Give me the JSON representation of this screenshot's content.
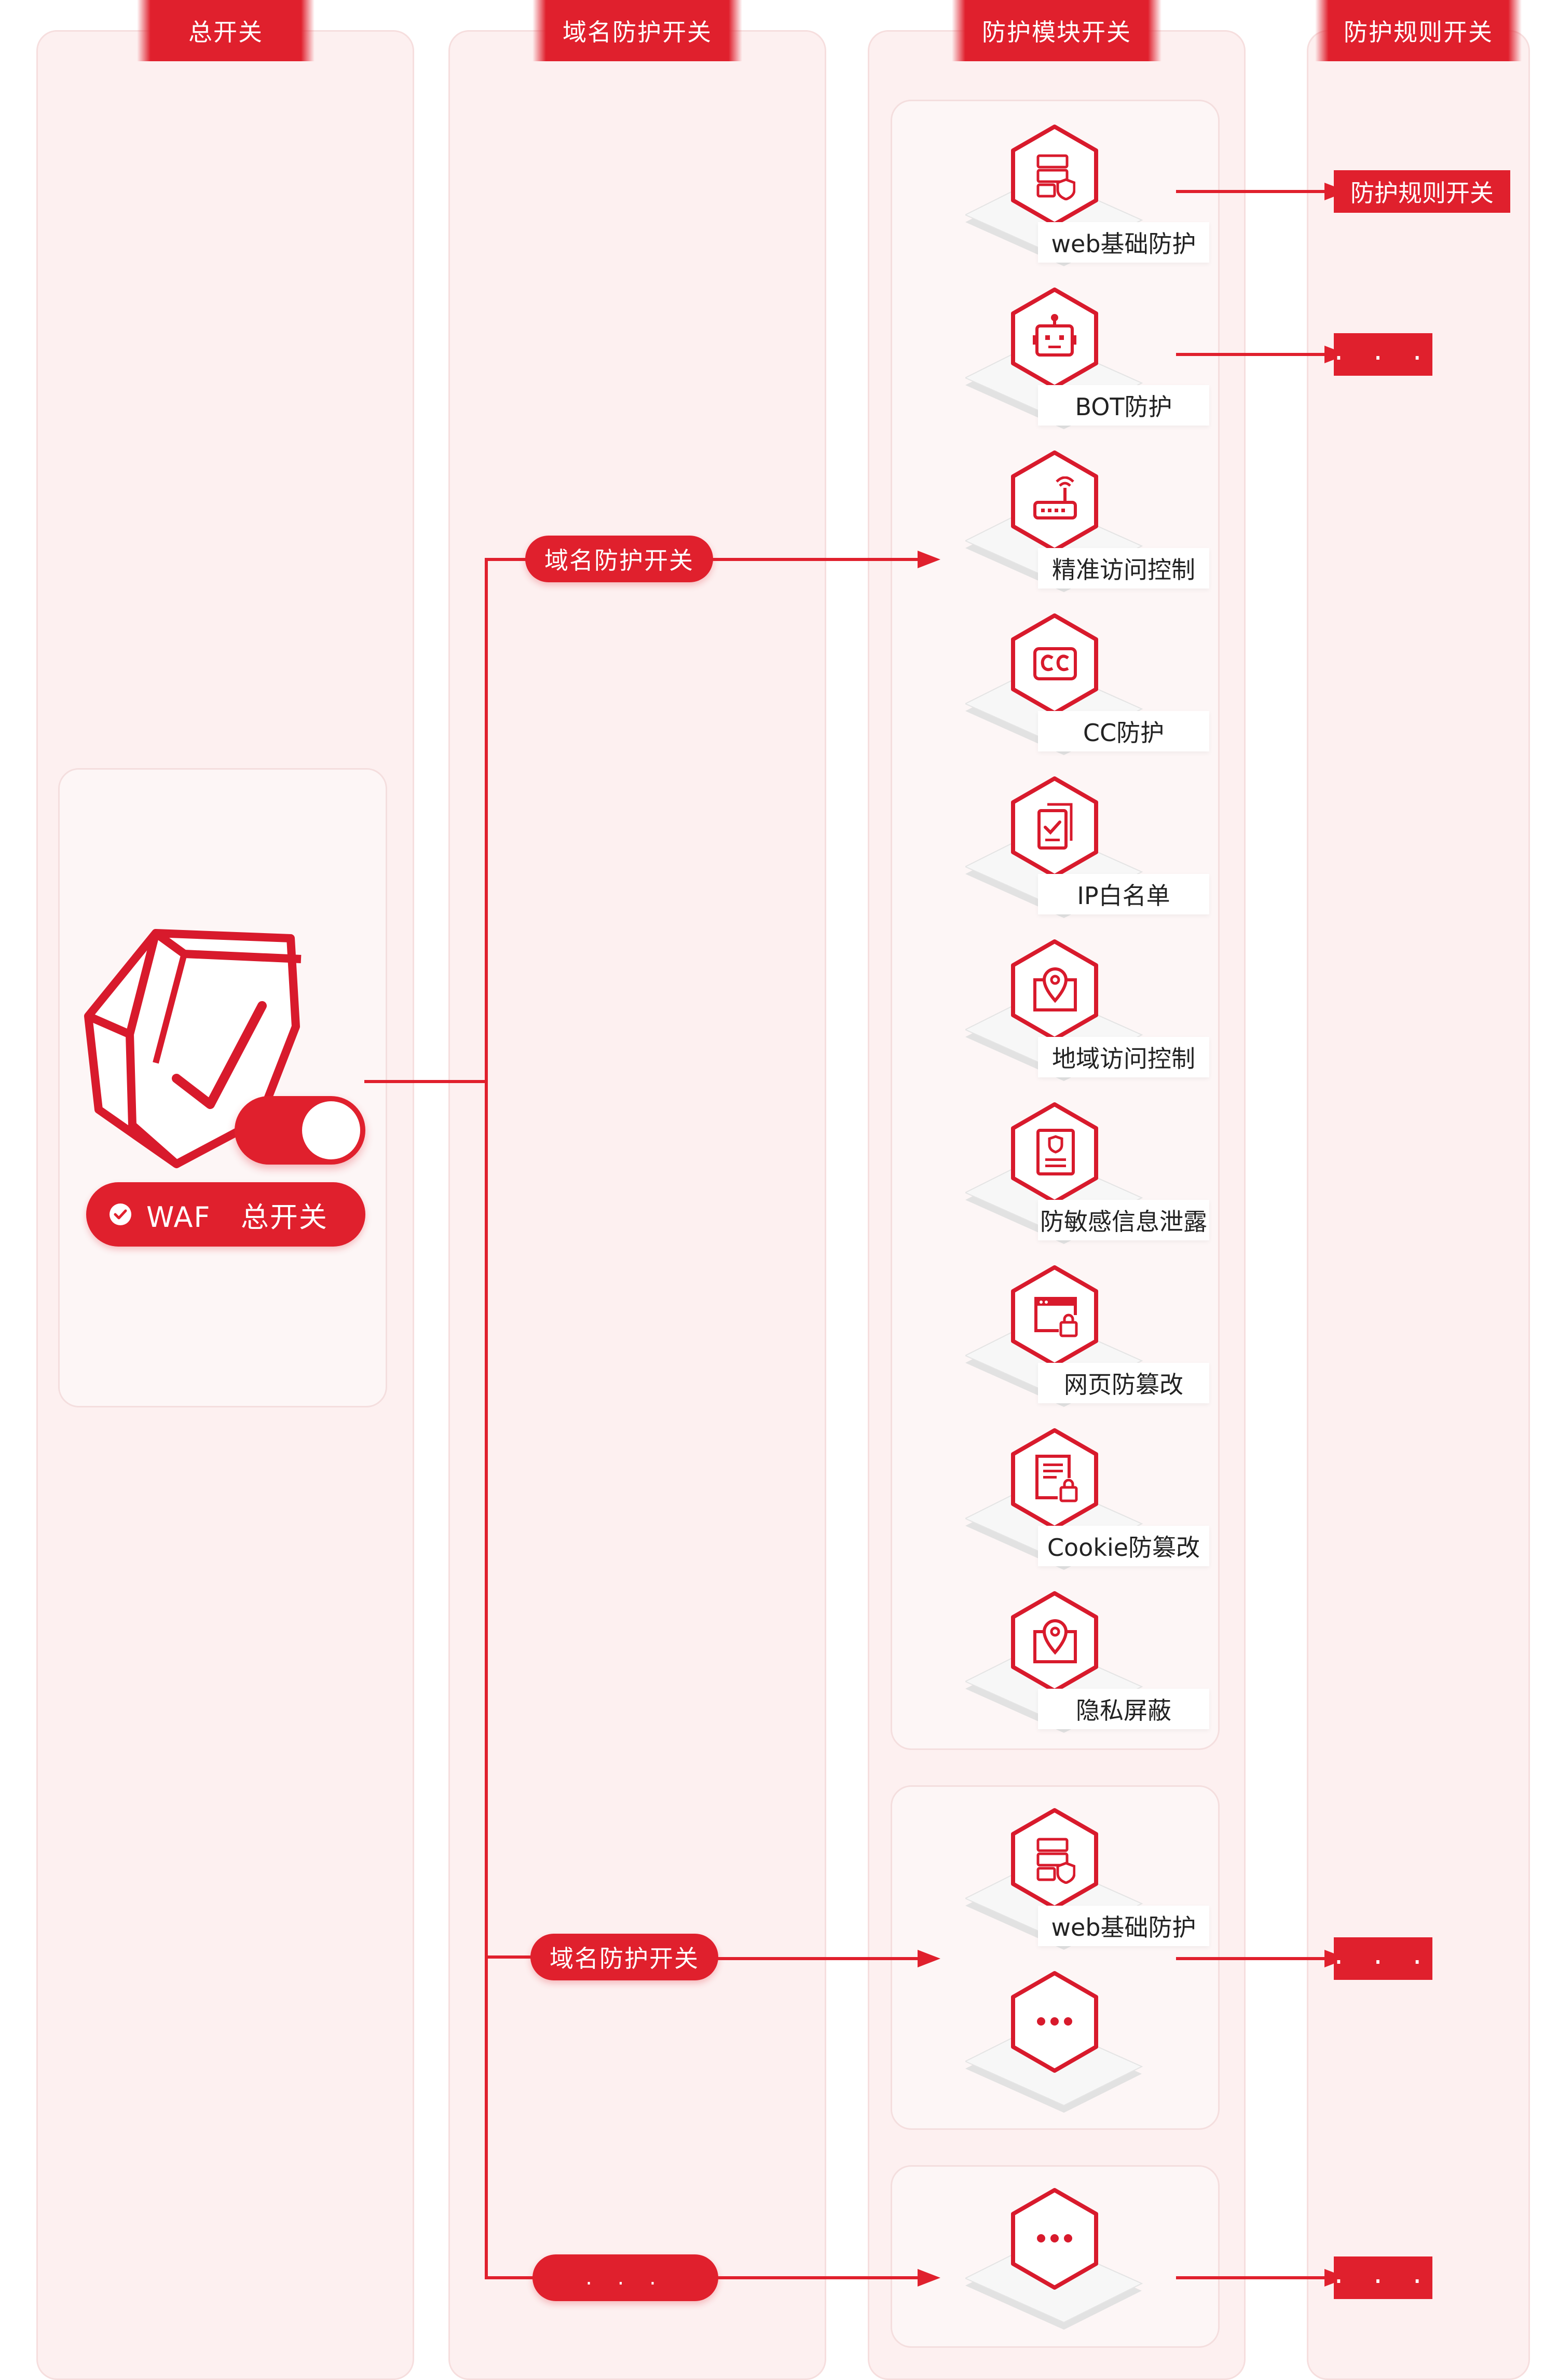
{
  "columns": {
    "master": "总开关",
    "domain": "域名防护开关",
    "module": "防护模块开关",
    "rule": "防护规则开关"
  },
  "master_switch": {
    "label": "WAF   总开关",
    "state": "on"
  },
  "domain_switches": [
    "域名防护开关",
    "域名防护开关",
    ". . ."
  ],
  "modules": [
    {
      "label": "web基础防护",
      "icon": "server-shield-icon"
    },
    {
      "label": "BOT防护",
      "icon": "robot-icon"
    },
    {
      "label": "精准访问控制",
      "icon": "router-icon"
    },
    {
      "label": "CC防护",
      "icon": "cc-icon"
    },
    {
      "label": "IP白名单",
      "icon": "document-check-icon"
    },
    {
      "label": "地域访问控制",
      "icon": "map-pin-icon"
    },
    {
      "label": "防敏感信息泄露",
      "icon": "id-card-icon"
    },
    {
      "label": "网页防篡改",
      "icon": "browser-lock-icon"
    },
    {
      "label": "Cookie防篡改",
      "icon": "file-lock-icon"
    },
    {
      "label": "隐私屏蔽",
      "icon": "map-pin-icon"
    }
  ],
  "modules_group2": [
    {
      "label": "web基础防护",
      "icon": "server-shield-icon"
    },
    {
      "label": "",
      "icon": "more-icon"
    }
  ],
  "modules_group3": [
    {
      "label": "",
      "icon": "more-icon"
    }
  ],
  "rules": [
    "防护规则开关",
    ". . .",
    ". . .",
    ". . ."
  ],
  "colors": {
    "accent": "#e0202d",
    "panel": "#fdf0f0"
  }
}
